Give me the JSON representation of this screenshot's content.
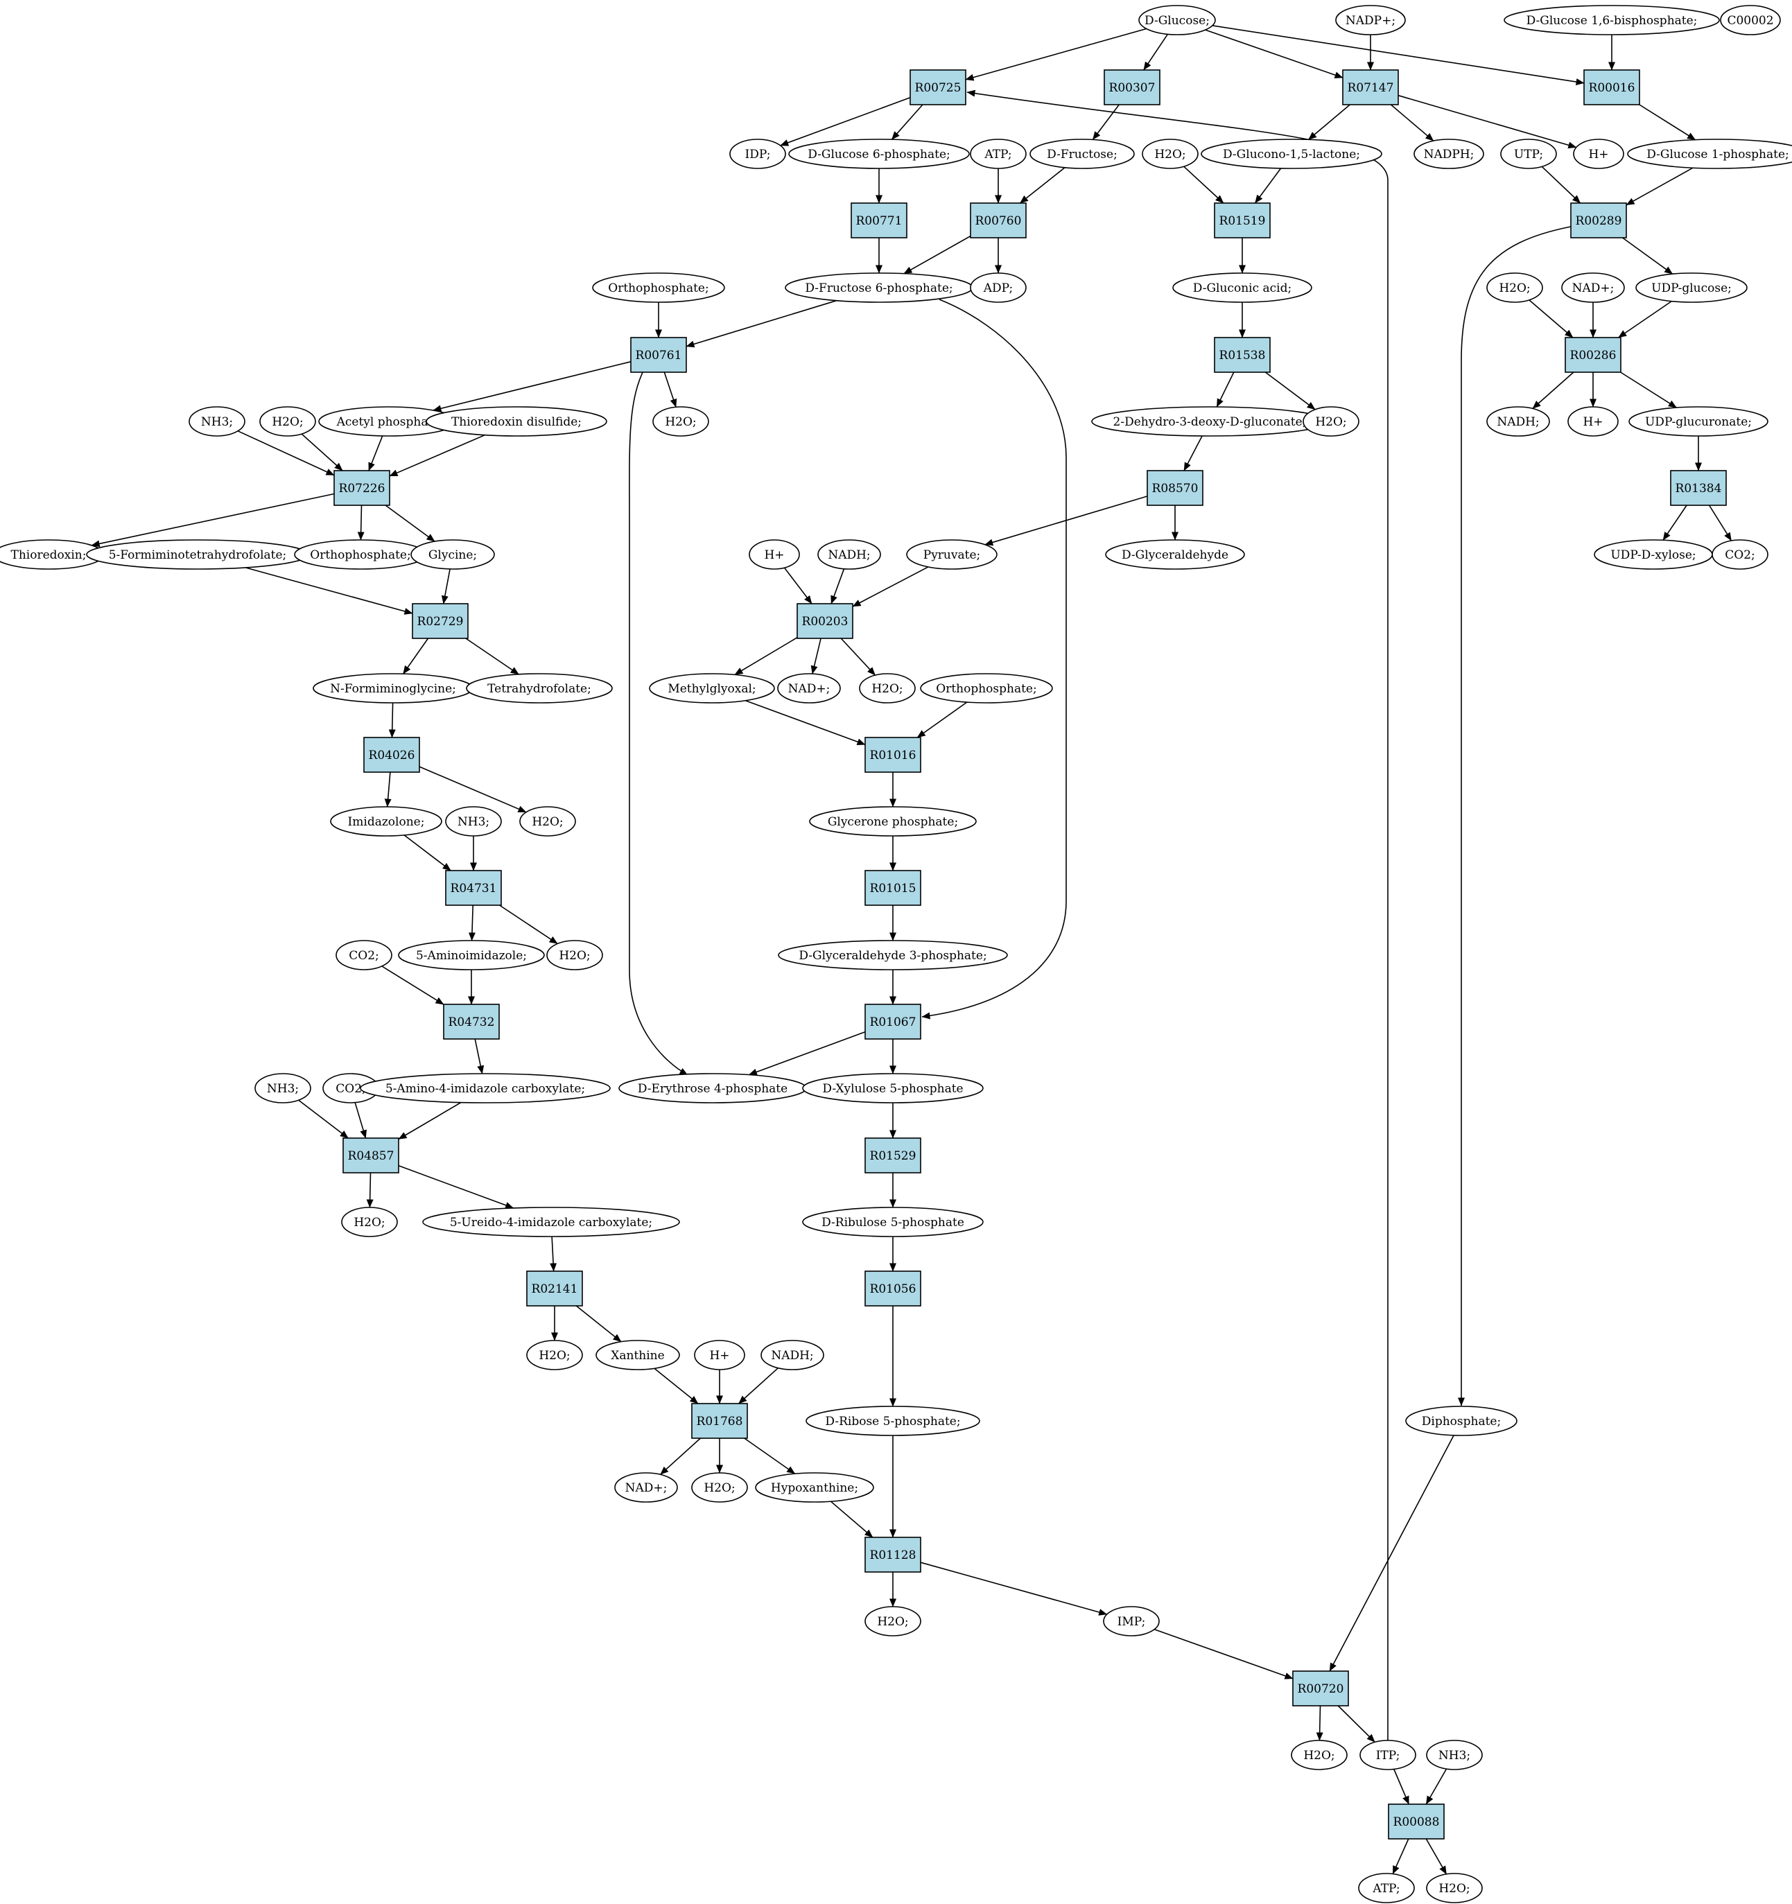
{
  "colors": {
    "reaction_fill": "#add8e6",
    "metabolite_fill": "#ffffff",
    "start_fill": "#00ee00",
    "highlight_fill": "#ffff00",
    "stroke": "#000000"
  },
  "nodes": [
    {
      "id": "glc",
      "label": "D-Glucose;",
      "kind": "compound",
      "style": "start"
    },
    {
      "id": "nadp_in",
      "label": "NADP+;",
      "kind": "compound"
    },
    {
      "id": "g16bp",
      "label": "D-Glucose 1,6-bisphosphate;",
      "kind": "compound"
    },
    {
      "id": "c00002",
      "label": "C00002",
      "kind": "compound",
      "style": "highlight"
    },
    {
      "id": "R00725",
      "label": "R00725",
      "kind": "reaction"
    },
    {
      "id": "R00307",
      "label": "R00307",
      "kind": "reaction"
    },
    {
      "id": "R07147",
      "label": "R07147",
      "kind": "reaction"
    },
    {
      "id": "R00016",
      "label": "R00016",
      "kind": "reaction"
    },
    {
      "id": "idp",
      "label": "IDP;",
      "kind": "compound"
    },
    {
      "id": "g6p",
      "label": "D-Glucose 6-phosphate;",
      "kind": "compound"
    },
    {
      "id": "atp1",
      "label": "ATP;",
      "kind": "compound"
    },
    {
      "id": "fru",
      "label": "D-Fructose;",
      "kind": "compound"
    },
    {
      "id": "h2o_a",
      "label": "H2O;",
      "kind": "compound"
    },
    {
      "id": "gdl",
      "label": "D-Glucono-1,5-lactone;",
      "kind": "compound"
    },
    {
      "id": "nadph",
      "label": "NADPH;",
      "kind": "compound"
    },
    {
      "id": "utp",
      "label": "UTP;",
      "kind": "compound"
    },
    {
      "id": "hplus_a",
      "label": "H+",
      "kind": "compound"
    },
    {
      "id": "g1p",
      "label": "D-Glucose 1-phosphate;",
      "kind": "compound"
    },
    {
      "id": "R00771",
      "label": "R00771",
      "kind": "reaction"
    },
    {
      "id": "R00760",
      "label": "R00760",
      "kind": "reaction"
    },
    {
      "id": "R01519",
      "label": "R01519",
      "kind": "reaction"
    },
    {
      "id": "R00289",
      "label": "R00289",
      "kind": "reaction"
    },
    {
      "id": "orthop1",
      "label": "Orthophosphate;",
      "kind": "compound"
    },
    {
      "id": "f6p",
      "label": "D-Fructose 6-phosphate;",
      "kind": "compound"
    },
    {
      "id": "adp",
      "label": "ADP;",
      "kind": "compound"
    },
    {
      "id": "glcn",
      "label": "D-Gluconic acid;",
      "kind": "compound"
    },
    {
      "id": "h2o_b",
      "label": "H2O;",
      "kind": "compound"
    },
    {
      "id": "nad_a",
      "label": "NAD+;",
      "kind": "compound"
    },
    {
      "id": "udpg",
      "label": "UDP-glucose;",
      "kind": "compound"
    },
    {
      "id": "R00761",
      "label": "R00761",
      "kind": "reaction"
    },
    {
      "id": "R01538",
      "label": "R01538",
      "kind": "reaction"
    },
    {
      "id": "R00286",
      "label": "R00286",
      "kind": "reaction"
    },
    {
      "id": "nh3_a",
      "label": "NH3;",
      "kind": "compound"
    },
    {
      "id": "h2o_c",
      "label": "H2O;",
      "kind": "compound"
    },
    {
      "id": "acp",
      "label": "Acetyl phosphate",
      "kind": "compound"
    },
    {
      "id": "trxds",
      "label": "Thioredoxin disulfide;",
      "kind": "compound"
    },
    {
      "id": "h2o_d",
      "label": "H2O;",
      "kind": "compound"
    },
    {
      "id": "kdg",
      "label": "2-Dehydro-3-deoxy-D-gluconate;",
      "kind": "compound"
    },
    {
      "id": "h2o_e",
      "label": "H2O;",
      "kind": "compound"
    },
    {
      "id": "nadh_a",
      "label": "NADH;",
      "kind": "compound"
    },
    {
      "id": "hplus_b",
      "label": "H+",
      "kind": "compound"
    },
    {
      "id": "udpga",
      "label": "UDP-glucuronate;",
      "kind": "compound"
    },
    {
      "id": "R07226",
      "label": "R07226",
      "kind": "reaction"
    },
    {
      "id": "R08570",
      "label": "R08570",
      "kind": "reaction"
    },
    {
      "id": "R01384",
      "label": "R01384",
      "kind": "reaction"
    },
    {
      "id": "trx",
      "label": "Thioredoxin;",
      "kind": "compound"
    },
    {
      "id": "fthf",
      "label": "5-Formiminotetrahydrofolate;",
      "kind": "compound"
    },
    {
      "id": "orthop2",
      "label": "Orthophosphate;",
      "kind": "compound"
    },
    {
      "id": "gly",
      "label": "Glycine;",
      "kind": "compound"
    },
    {
      "id": "hplus_c",
      "label": "H+",
      "kind": "compound"
    },
    {
      "id": "nadh_b",
      "label": "NADH;",
      "kind": "compound"
    },
    {
      "id": "pyr",
      "label": "Pyruvate;",
      "kind": "compound"
    },
    {
      "id": "glyald",
      "label": "D-Glyceraldehyde",
      "kind": "compound"
    },
    {
      "id": "udpxyl",
      "label": "UDP-D-xylose;",
      "kind": "compound"
    },
    {
      "id": "co2_a",
      "label": "CO2;",
      "kind": "compound"
    },
    {
      "id": "R02729",
      "label": "R02729",
      "kind": "reaction"
    },
    {
      "id": "R00203",
      "label": "R00203",
      "kind": "reaction"
    },
    {
      "id": "nfgly",
      "label": "N-Formiminoglycine;",
      "kind": "compound"
    },
    {
      "id": "thf",
      "label": "Tetrahydrofolate;",
      "kind": "compound"
    },
    {
      "id": "mgo",
      "label": "Methylglyoxal;",
      "kind": "compound"
    },
    {
      "id": "nad_b",
      "label": "NAD+;",
      "kind": "compound"
    },
    {
      "id": "h2o_f",
      "label": "H2O;",
      "kind": "compound"
    },
    {
      "id": "orthop3",
      "label": "Orthophosphate;",
      "kind": "compound"
    },
    {
      "id": "R04026",
      "label": "R04026",
      "kind": "reaction"
    },
    {
      "id": "R01016",
      "label": "R01016",
      "kind": "reaction"
    },
    {
      "id": "imz",
      "label": "Imidazolone;",
      "kind": "compound"
    },
    {
      "id": "nh3_b",
      "label": "NH3;",
      "kind": "compound"
    },
    {
      "id": "h2o_g",
      "label": "H2O;",
      "kind": "compound"
    },
    {
      "id": "dhap",
      "label": "Glycerone phosphate;",
      "kind": "compound"
    },
    {
      "id": "R04731",
      "label": "R04731",
      "kind": "reaction"
    },
    {
      "id": "R01015",
      "label": "R01015",
      "kind": "reaction"
    },
    {
      "id": "co2_b",
      "label": "CO2;",
      "kind": "compound"
    },
    {
      "id": "aimz",
      "label": "5-Aminoimidazole;",
      "kind": "compound"
    },
    {
      "id": "h2o_h",
      "label": "H2O;",
      "kind": "compound"
    },
    {
      "id": "g3p",
      "label": "D-Glyceraldehyde 3-phosphate;",
      "kind": "compound"
    },
    {
      "id": "R04732",
      "label": "R04732",
      "kind": "reaction"
    },
    {
      "id": "R01067",
      "label": "R01067",
      "kind": "reaction"
    },
    {
      "id": "nh3_c",
      "label": "NH3;",
      "kind": "compound"
    },
    {
      "id": "co2_c",
      "label": "CO2;",
      "kind": "compound"
    },
    {
      "id": "aica",
      "label": "5-Amino-4-imidazole carboxylate;",
      "kind": "compound"
    },
    {
      "id": "e4p",
      "label": "D-Erythrose 4-phosphate",
      "kind": "compound"
    },
    {
      "id": "x5p",
      "label": "D-Xylulose 5-phosphate",
      "kind": "compound"
    },
    {
      "id": "R04857",
      "label": "R04857",
      "kind": "reaction"
    },
    {
      "id": "R01529",
      "label": "R01529",
      "kind": "reaction"
    },
    {
      "id": "h2o_i",
      "label": "H2O;",
      "kind": "compound"
    },
    {
      "id": "uica",
      "label": "5-Ureido-4-imidazole carboxylate;",
      "kind": "compound"
    },
    {
      "id": "ru5p",
      "label": "D-Ribulose 5-phosphate",
      "kind": "compound"
    },
    {
      "id": "R02141",
      "label": "R02141",
      "kind": "reaction"
    },
    {
      "id": "R01056",
      "label": "R01056",
      "kind": "reaction"
    },
    {
      "id": "h2o_j",
      "label": "H2O;",
      "kind": "compound"
    },
    {
      "id": "xan",
      "label": "Xanthine",
      "kind": "compound"
    },
    {
      "id": "hplus_d",
      "label": "H+",
      "kind": "compound"
    },
    {
      "id": "nadh_c",
      "label": "NADH;",
      "kind": "compound"
    },
    {
      "id": "R01768",
      "label": "R01768",
      "kind": "reaction"
    },
    {
      "id": "r5p",
      "label": "D-Ribose 5-phosphate;",
      "kind": "compound"
    },
    {
      "id": "pp",
      "label": "Diphosphate;",
      "kind": "compound"
    },
    {
      "id": "nad_c",
      "label": "NAD+;",
      "kind": "compound"
    },
    {
      "id": "h2o_k",
      "label": "H2O;",
      "kind": "compound"
    },
    {
      "id": "hyp",
      "label": "Hypoxanthine;",
      "kind": "compound"
    },
    {
      "id": "R01128",
      "label": "R01128",
      "kind": "reaction"
    },
    {
      "id": "h2o_l",
      "label": "H2O;",
      "kind": "compound"
    },
    {
      "id": "imp",
      "label": "IMP;",
      "kind": "compound"
    },
    {
      "id": "R00720",
      "label": "R00720",
      "kind": "reaction"
    },
    {
      "id": "h2o_m",
      "label": "H2O;",
      "kind": "compound"
    },
    {
      "id": "itp",
      "label": "ITP;",
      "kind": "compound"
    },
    {
      "id": "nh3_d",
      "label": "NH3;",
      "kind": "compound"
    },
    {
      "id": "R00088",
      "label": "R00088",
      "kind": "reaction"
    },
    {
      "id": "atp2",
      "label": "ATP;",
      "kind": "compound"
    },
    {
      "id": "h2o_n",
      "label": "H2O;",
      "kind": "compound"
    }
  ],
  "edges": [
    [
      "glc",
      "R00725"
    ],
    [
      "glc",
      "R00307"
    ],
    [
      "glc",
      "R07147"
    ],
    [
      "glc",
      "R00016"
    ],
    [
      "nadp_in",
      "R07147"
    ],
    [
      "g16bp",
      "R00016"
    ],
    [
      "R00725",
      "idp"
    ],
    [
      "R00725",
      "g6p"
    ],
    [
      "R00307",
      "fru"
    ],
    [
      "R07147",
      "gdl"
    ],
    [
      "R07147",
      "nadph"
    ],
    [
      "R07147",
      "hplus_a"
    ],
    [
      "R00016",
      "g1p"
    ],
    [
      "g6p",
      "R00771"
    ],
    [
      "atp1",
      "R00760"
    ],
    [
      "fru",
      "R00760"
    ],
    [
      "h2o_a",
      "R01519"
    ],
    [
      "gdl",
      "R01519"
    ],
    [
      "utp",
      "R00289"
    ],
    [
      "g1p",
      "R00289"
    ],
    [
      "R00771",
      "f6p"
    ],
    [
      "R00760",
      "f6p"
    ],
    [
      "R00760",
      "adp"
    ],
    [
      "R01519",
      "glcn"
    ],
    [
      "R00289",
      "udpg"
    ],
    [
      "R00289",
      "pp"
    ],
    [
      "orthop1",
      "R00761"
    ],
    [
      "f6p",
      "R00761"
    ],
    [
      "f6p",
      "R01067"
    ],
    [
      "glcn",
      "R01538"
    ],
    [
      "h2o_b",
      "R00286"
    ],
    [
      "nad_a",
      "R00286"
    ],
    [
      "udpg",
      "R00286"
    ],
    [
      "R00761",
      "acp"
    ],
    [
      "R00761",
      "h2o_d"
    ],
    [
      "R00761",
      "e4p"
    ],
    [
      "R01538",
      "kdg"
    ],
    [
      "R01538",
      "h2o_e"
    ],
    [
      "R00286",
      "nadh_a"
    ],
    [
      "R00286",
      "hplus_b"
    ],
    [
      "R00286",
      "udpga"
    ],
    [
      "nh3_a",
      "R07226"
    ],
    [
      "h2o_c",
      "R07226"
    ],
    [
      "acp",
      "R07226"
    ],
    [
      "trxds",
      "R07226"
    ],
    [
      "kdg",
      "R08570"
    ],
    [
      "udpga",
      "R01384"
    ],
    [
      "R07226",
      "trx"
    ],
    [
      "R07226",
      "orthop2"
    ],
    [
      "R07226",
      "gly"
    ],
    [
      "R08570",
      "pyr"
    ],
    [
      "R08570",
      "glyald"
    ],
    [
      "R01384",
      "udpxyl"
    ],
    [
      "R01384",
      "co2_a"
    ],
    [
      "fthf",
      "R02729"
    ],
    [
      "gly",
      "R02729"
    ],
    [
      "hplus_c",
      "R00203"
    ],
    [
      "nadh_b",
      "R00203"
    ],
    [
      "pyr",
      "R00203"
    ],
    [
      "R02729",
      "nfgly"
    ],
    [
      "R02729",
      "thf"
    ],
    [
      "R00203",
      "mgo"
    ],
    [
      "R00203",
      "nad_b"
    ],
    [
      "R00203",
      "h2o_f"
    ],
    [
      "nfgly",
      "R04026"
    ],
    [
      "mgo",
      "R01016"
    ],
    [
      "orthop3",
      "R01016"
    ],
    [
      "R04026",
      "imz"
    ],
    [
      "R04026",
      "h2o_g"
    ],
    [
      "R01016",
      "dhap"
    ],
    [
      "imz",
      "R04731"
    ],
    [
      "nh3_b",
      "R04731"
    ],
    [
      "dhap",
      "R01015"
    ],
    [
      "R04731",
      "aimz"
    ],
    [
      "R04731",
      "h2o_h"
    ],
    [
      "R01015",
      "g3p"
    ],
    [
      "co2_b",
      "R04732"
    ],
    [
      "aimz",
      "R04732"
    ],
    [
      "g3p",
      "R01067"
    ],
    [
      "R04732",
      "aica"
    ],
    [
      "R01067",
      "e4p"
    ],
    [
      "R01067",
      "x5p"
    ],
    [
      "nh3_c",
      "R04857"
    ],
    [
      "co2_c",
      "R04857"
    ],
    [
      "aica",
      "R04857"
    ],
    [
      "x5p",
      "R01529"
    ],
    [
      "R04857",
      "h2o_i"
    ],
    [
      "R04857",
      "uica"
    ],
    [
      "R01529",
      "ru5p"
    ],
    [
      "uica",
      "R02141"
    ],
    [
      "ru5p",
      "R01056"
    ],
    [
      "R02141",
      "h2o_j"
    ],
    [
      "R02141",
      "xan"
    ],
    [
      "xan",
      "R01768"
    ],
    [
      "hplus_d",
      "R01768"
    ],
    [
      "nadh_c",
      "R01768"
    ],
    [
      "R01056",
      "r5p"
    ],
    [
      "R01768",
      "nad_c"
    ],
    [
      "R01768",
      "h2o_k"
    ],
    [
      "R01768",
      "hyp"
    ],
    [
      "hyp",
      "R01128"
    ],
    [
      "r5p",
      "R01128"
    ],
    [
      "R01128",
      "h2o_l"
    ],
    [
      "R01128",
      "imp"
    ],
    [
      "imp",
      "R00720"
    ],
    [
      "pp",
      "R00720"
    ],
    [
      "R00720",
      "h2o_m"
    ],
    [
      "R00720",
      "itp"
    ],
    [
      "itp",
      "R00725"
    ],
    [
      "itp",
      "R00088"
    ],
    [
      "nh3_d",
      "R00088"
    ],
    [
      "R00088",
      "atp2"
    ],
    [
      "R00088",
      "h2o_n"
    ]
  ]
}
